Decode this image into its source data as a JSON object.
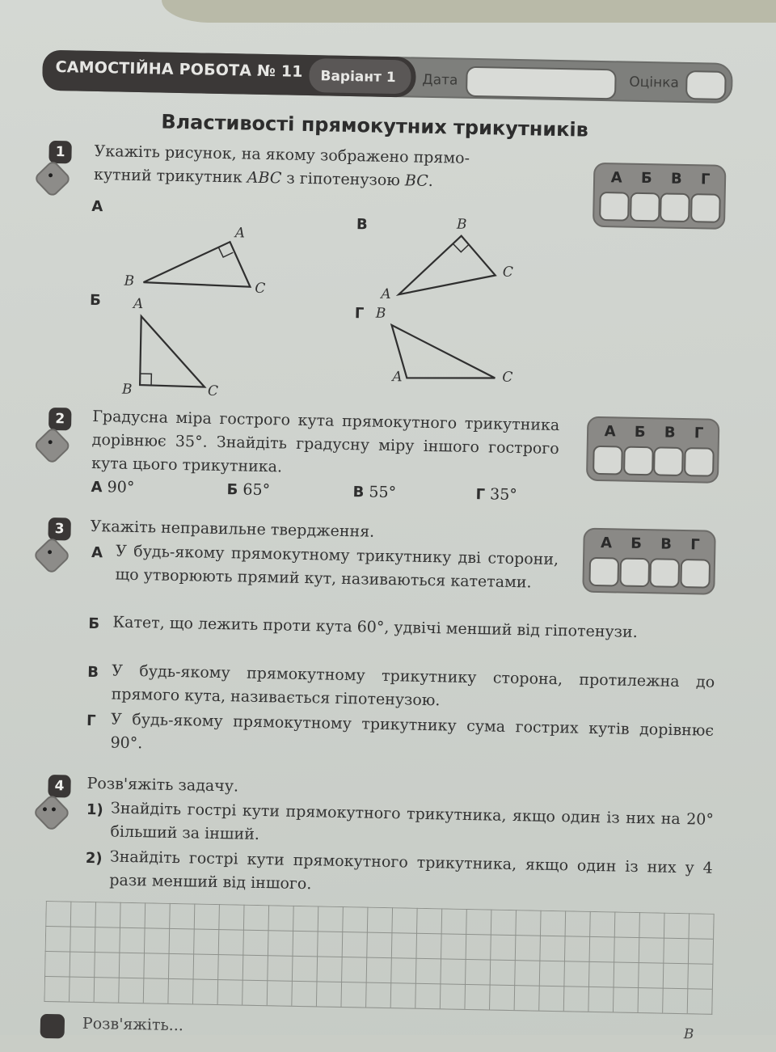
{
  "header": {
    "title": "САМОСТІЙНА РОБОТА № 11",
    "variant": "Варіант 1",
    "date_label": "Дата",
    "date_value": "",
    "grade_label": "Оцінка",
    "grade_value": ""
  },
  "doc_title": "Властивості прямокутних трикутників",
  "answer_letters": [
    "А",
    "Б",
    "В",
    "Г"
  ],
  "tasks": [
    {
      "number": "1",
      "level_dots": "•",
      "text_line1": "Укажіть рисунок, на якому зображено прямо-",
      "text_line2_pre": "кутний трикутник ",
      "text_line2_abc": "ABC",
      "text_line2_mid": " з гіпотенузою ",
      "text_line2_bc": "BC",
      "text_line2_end": ".",
      "figures": [
        {
          "label": "А",
          "vertices": {
            "A": "A",
            "B": "B",
            "C": "C"
          },
          "right_angle_at": "A"
        },
        {
          "label": "Б",
          "vertices": {
            "A": "A",
            "B": "B",
            "C": "C"
          },
          "right_angle_at": "B"
        },
        {
          "label": "В",
          "vertices": {
            "A": "A",
            "B": "B",
            "C": "C"
          },
          "right_angle_at": "B"
        },
        {
          "label": "Г",
          "vertices": {
            "A": "A",
            "B": "B",
            "C": "C"
          },
          "right_angle_at": ""
        }
      ]
    },
    {
      "number": "2",
      "level_dots": "•",
      "text": "Градусна міра гострого кута прямокутного трикутника дорівнює 35°. Знайдіть градусну міру іншого гострого кута цього трикутника.",
      "options": [
        {
          "letter": "А",
          "value": "90°"
        },
        {
          "letter": "Б",
          "value": "65°"
        },
        {
          "letter": "В",
          "value": "55°"
        },
        {
          "letter": "Г",
          "value": "35°"
        }
      ]
    },
    {
      "number": "3",
      "level_dots": "•",
      "text": "Укажіть неправильне твердження.",
      "options": [
        {
          "letter": "А",
          "text": "У будь-якому прямокутному трикутнику дві сторони, що утворюють прямий кут, називаються катетами."
        },
        {
          "letter": "Б",
          "text": "Катет, що лежить проти кута 60°, удвічі менший від гіпотенузи."
        },
        {
          "letter": "В",
          "text": "У будь-якому прямокутному трикутнику сторона, протилежна до прямого кута, називається гіпотенузою."
        },
        {
          "letter": "Г",
          "text": "У будь-якому прямокутному трикутнику сума гострих кутів дорівнює 90°."
        }
      ]
    },
    {
      "number": "4",
      "level_dots": "••",
      "text": "Розв'яжіть задачу.",
      "subtasks": [
        {
          "num": "1)",
          "text": "Знайдіть гострі кути прямокутного трикутника, якщо один із них на 20° більший за інший."
        },
        {
          "num": "2)",
          "text": "Знайдіть гострі кути прямокутного трикутника, якщо один із них у 4 рази менший від іншого."
        }
      ]
    }
  ],
  "footer": {
    "next_task_partial": "Розв'яжіть...",
    "corner_vertex": "B"
  }
}
